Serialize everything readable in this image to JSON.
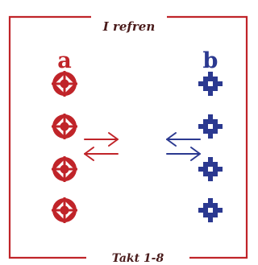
{
  "title": "I refren",
  "caption": "Takt 1-8",
  "columns": {
    "left": {
      "label": "a",
      "color": "#c02429",
      "symbol": "circle-diamond-icon",
      "count": 4
    },
    "right": {
      "label": "b",
      "color": "#2b3990",
      "symbol": "stepped-cross-icon",
      "count": 4
    }
  },
  "arrows": [
    {
      "direction": "right",
      "color": "#c02429"
    },
    {
      "direction": "left",
      "color": "#c02429"
    },
    {
      "direction": "left",
      "color": "#2b3990"
    },
    {
      "direction": "right",
      "color": "#2b3990"
    }
  ],
  "frame_color": "#c02429"
}
